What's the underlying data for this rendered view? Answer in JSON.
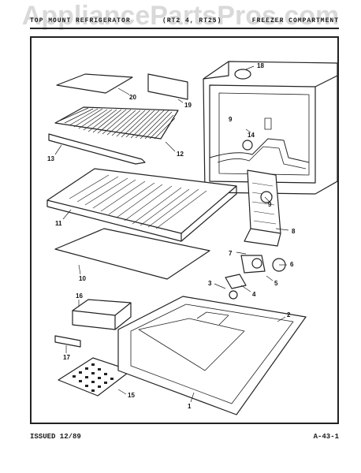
{
  "watermark": "AppliancePartsPros.com",
  "header": {
    "left_title": "TOP MOUNT REFRIGERATOR",
    "model": "(RT2 4, RT25)",
    "right_title": "FREEZER COMPARTMENT"
  },
  "callouts": {
    "c1": "1",
    "c2": "2",
    "c3": "3",
    "c4": "4",
    "c5": "5",
    "c6": "6",
    "c7": "7",
    "c8": "8",
    "c9a": "9",
    "c9b": "9",
    "c10": "10",
    "c11": "11",
    "c12": "12",
    "c13": "13",
    "c14": "14",
    "c15": "15",
    "c16": "16",
    "c17": "17",
    "c18": "18",
    "c19": "19",
    "c20": "20"
  },
  "footer": {
    "issued": "ISSUED 12/89",
    "page": "A-43-1"
  }
}
